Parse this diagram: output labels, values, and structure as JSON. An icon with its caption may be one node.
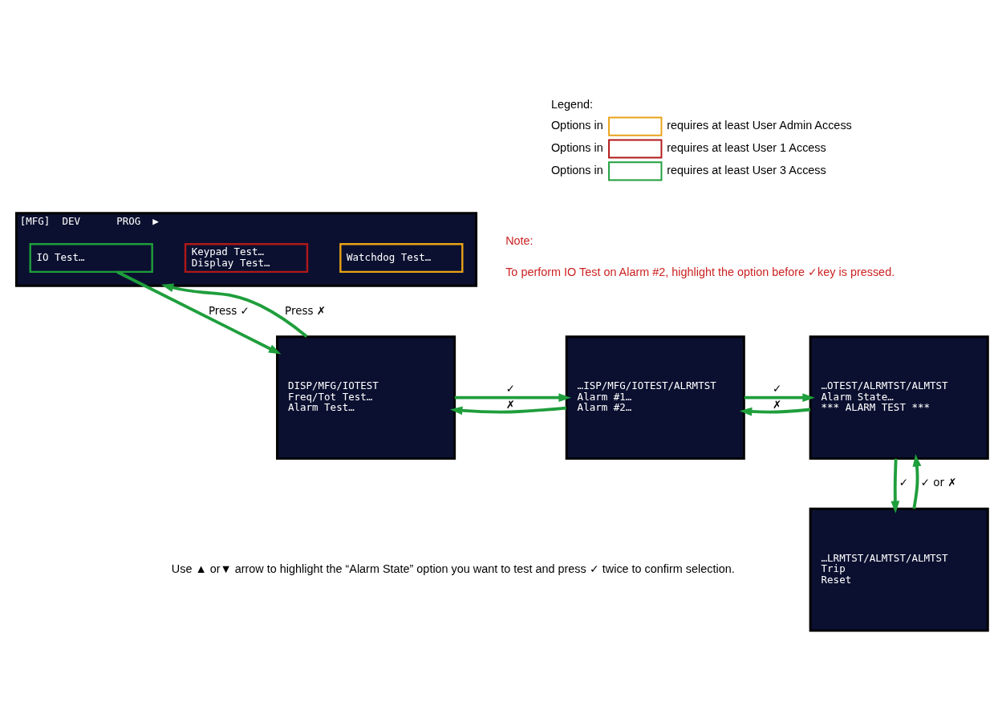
{
  "diagram": {
    "nodes": [
      {
        "text": [
          "[MFG]  DEV      PROG  ▶"
        ]
      },
      {
        "text": [
          "Watchdog Test…"
        ],
        "in": 0
      },
      {
        "text": [
          "Keypad Test…",
          "Display Test…"
        ],
        "in": 0
      },
      {
        "text": [
          "IO Test…"
        ],
        "in": 0
      },
      {
        "text": [
          "DISP/MFG/IOTEST",
          "Freq/Tot Test…",
          "Alarm Test…"
        ]
      },
      {
        "text": [
          "…ISP/MFG/IOTEST/ALRMTST",
          "Alarm #1…",
          "Alarm #2…"
        ]
      },
      {
        "text": [
          "…OTEST/ALRMTST/ALMTST",
          "Alarm State…",
          "*** ALARM TEST ***"
        ]
      },
      {
        "text": [
          "…LRMTST/ALMTST/ALMTST",
          "Trip",
          "Reset"
        ]
      }
    ],
    "edges": [
      {
        "from": 3,
        "to": 4,
        "arrow": "to",
        "label": "Press ✓"
      },
      {
        "from": 4,
        "to": 0,
        "arrow": "to",
        "label": "Press ✗"
      },
      {
        "from": 4,
        "to": 5,
        "arrow": "to",
        "label": "✓"
      },
      {
        "from": 5,
        "to": 4,
        "arrow": "to",
        "label": "✗"
      },
      {
        "from": 5,
        "to": 6,
        "arrow": "to",
        "label": "✓"
      },
      {
        "from": 6,
        "to": 5,
        "arrow": "to",
        "label": "✗"
      },
      {
        "from": 6,
        "to": 7,
        "arrow": "to",
        "label": "✓"
      },
      {
        "from": 7,
        "to": 6,
        "arrow": "to",
        "label": "✓ or ✗"
      }
    ],
    "labels": [
      "Legend:",
      "Options in",
      "Options in",
      "Options in",
      "Note:",
      "To perform IO Test on Alarm #2, highlight the option before ✓key is pressed.",
      "Use ▲ or▼ arrow to highlight the “Alarm State” option you want to test and press ✓ twice to confirm selection."
    ],
    "legend": [
      {
        "text": "requires at least User Admin Access",
        "color": "#e8a317"
      },
      {
        "text": "requires at least User 1 Access",
        "color": "#b01818"
      },
      {
        "text": "requires at least User 3 Access",
        "color": "#1f9e3c"
      }
    ]
  }
}
